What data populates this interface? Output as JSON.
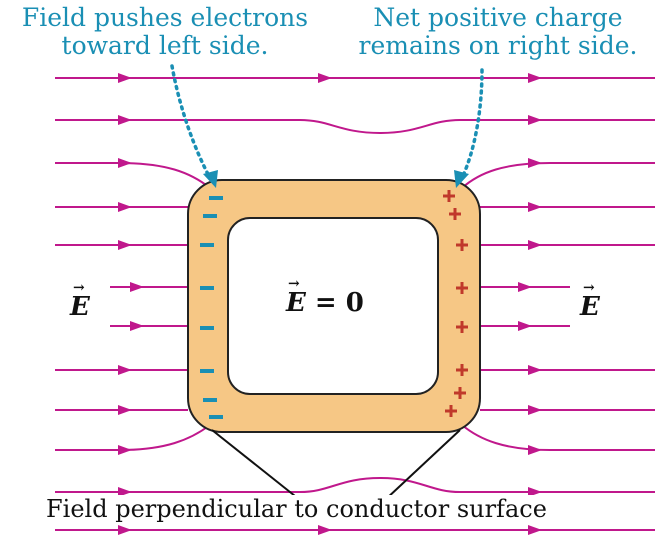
{
  "captions": {
    "left_line1": "Field pushes electrons",
    "left_line2": "toward left side.",
    "right_line1": "Net positive charge",
    "right_line2": "remains on right side.",
    "bottom": "Field perpendicular to conductor surface"
  },
  "labels": {
    "field_left": "E",
    "field_right": "E",
    "inside_field": "E",
    "inside_equation": "= 0"
  },
  "charges": {
    "negative_symbol": "−",
    "positive_symbol": "+"
  },
  "colors": {
    "field_line": "#c0188c",
    "conductor_fill": "#f6c785",
    "conductor_stroke": "#222222",
    "negative_charge": "#1a8fb4",
    "positive_charge": "#c0392b",
    "caption": "#1a8fb4",
    "pointer": "#1a8fb4"
  }
}
